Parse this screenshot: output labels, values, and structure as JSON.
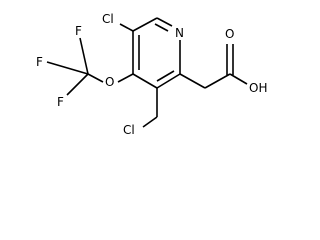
{
  "molecule": {
    "atoms": {
      "cl_ring": "Cl",
      "nitrogen": "N",
      "f_top": "F",
      "f_left": "F",
      "f_lower": "F",
      "oxygen_ether": "O",
      "oxygen_carbonyl": "O",
      "hydroxyl": "OH",
      "cl_chloromethyl": "Cl"
    }
  }
}
